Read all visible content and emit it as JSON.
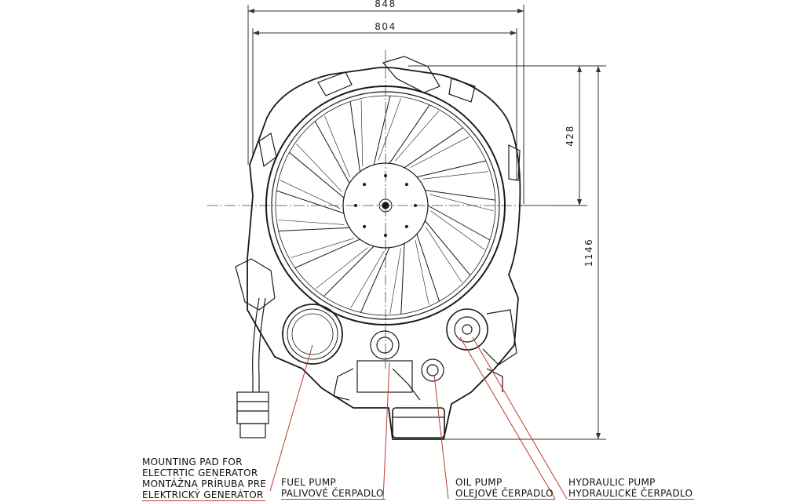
{
  "dimensions": {
    "overall_width": "848",
    "inner_width": "804",
    "upper_height": "428",
    "overall_height": "1146"
  },
  "callouts": {
    "generator": {
      "en": [
        "MOUNTING PAD FOR",
        "ELECTRTIC GENERATOR"
      ],
      "sk": [
        "MONTÁŽNA PRÍRUBA PRE",
        "ELEKTRICKÝ GENERÁTOR"
      ]
    },
    "fuel": {
      "en": "FUEL PUMP",
      "cz": "PALIVOVÉ ČERPADLO"
    },
    "oil": {
      "en": "OIL PUMP",
      "cz": "OLEJOVÉ ČERPADLO"
    },
    "hydraulic": {
      "en": "HYDRAULIC PUMP",
      "cz": "HYDRAULICKÉ ČERPADLO"
    }
  },
  "colors": {
    "line": "#1a1a1a",
    "leader": "#c0392b",
    "dim_line": "#333333"
  }
}
